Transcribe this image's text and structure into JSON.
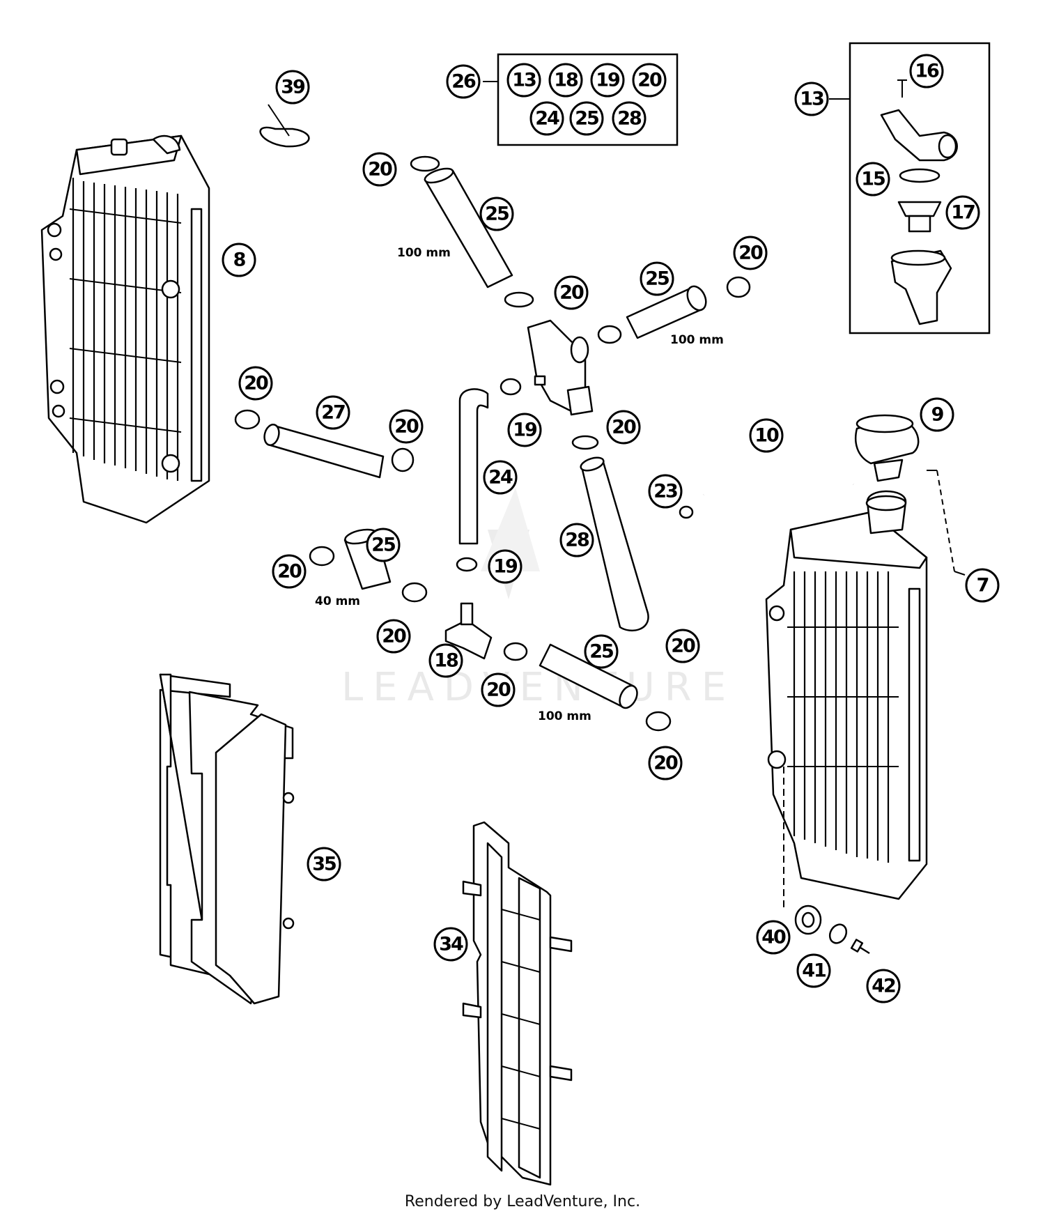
{
  "footer": "Rendered by LeadVenture, Inc.",
  "watermark": "LEADVENTURE",
  "dimensions": {
    "hose_upper": "100 mm",
    "hose_right": "100 mm",
    "hose_short": "40 mm",
    "hose_lower": "100 mm"
  },
  "kit_26": {
    "label": "26",
    "contents_row1": [
      "13",
      "18",
      "19",
      "20"
    ],
    "contents_row2": [
      "24",
      "25",
      "28"
    ]
  },
  "assembly_13": {
    "label": "13",
    "parts": [
      "16",
      "15",
      "17"
    ]
  },
  "callouts": {
    "c39": "39",
    "c8": "8",
    "c20a": "20",
    "c25a": "25",
    "c20b": "20",
    "c25b": "25",
    "c20c": "20",
    "c20d": "20",
    "c27": "27",
    "c20e": "20",
    "c19a": "19",
    "c20f": "20",
    "c24": "24",
    "c10": "10",
    "c9": "9",
    "c23": "23",
    "c28": "28",
    "c7": "7",
    "c20g": "20",
    "c25c": "25",
    "c19b": "19",
    "c20h": "20",
    "c18": "18",
    "c20i": "20",
    "c25d": "25",
    "c20j": "20",
    "c20k": "20",
    "c35": "35",
    "c34": "34",
    "c40": "40",
    "c41": "41",
    "c42": "42"
  }
}
